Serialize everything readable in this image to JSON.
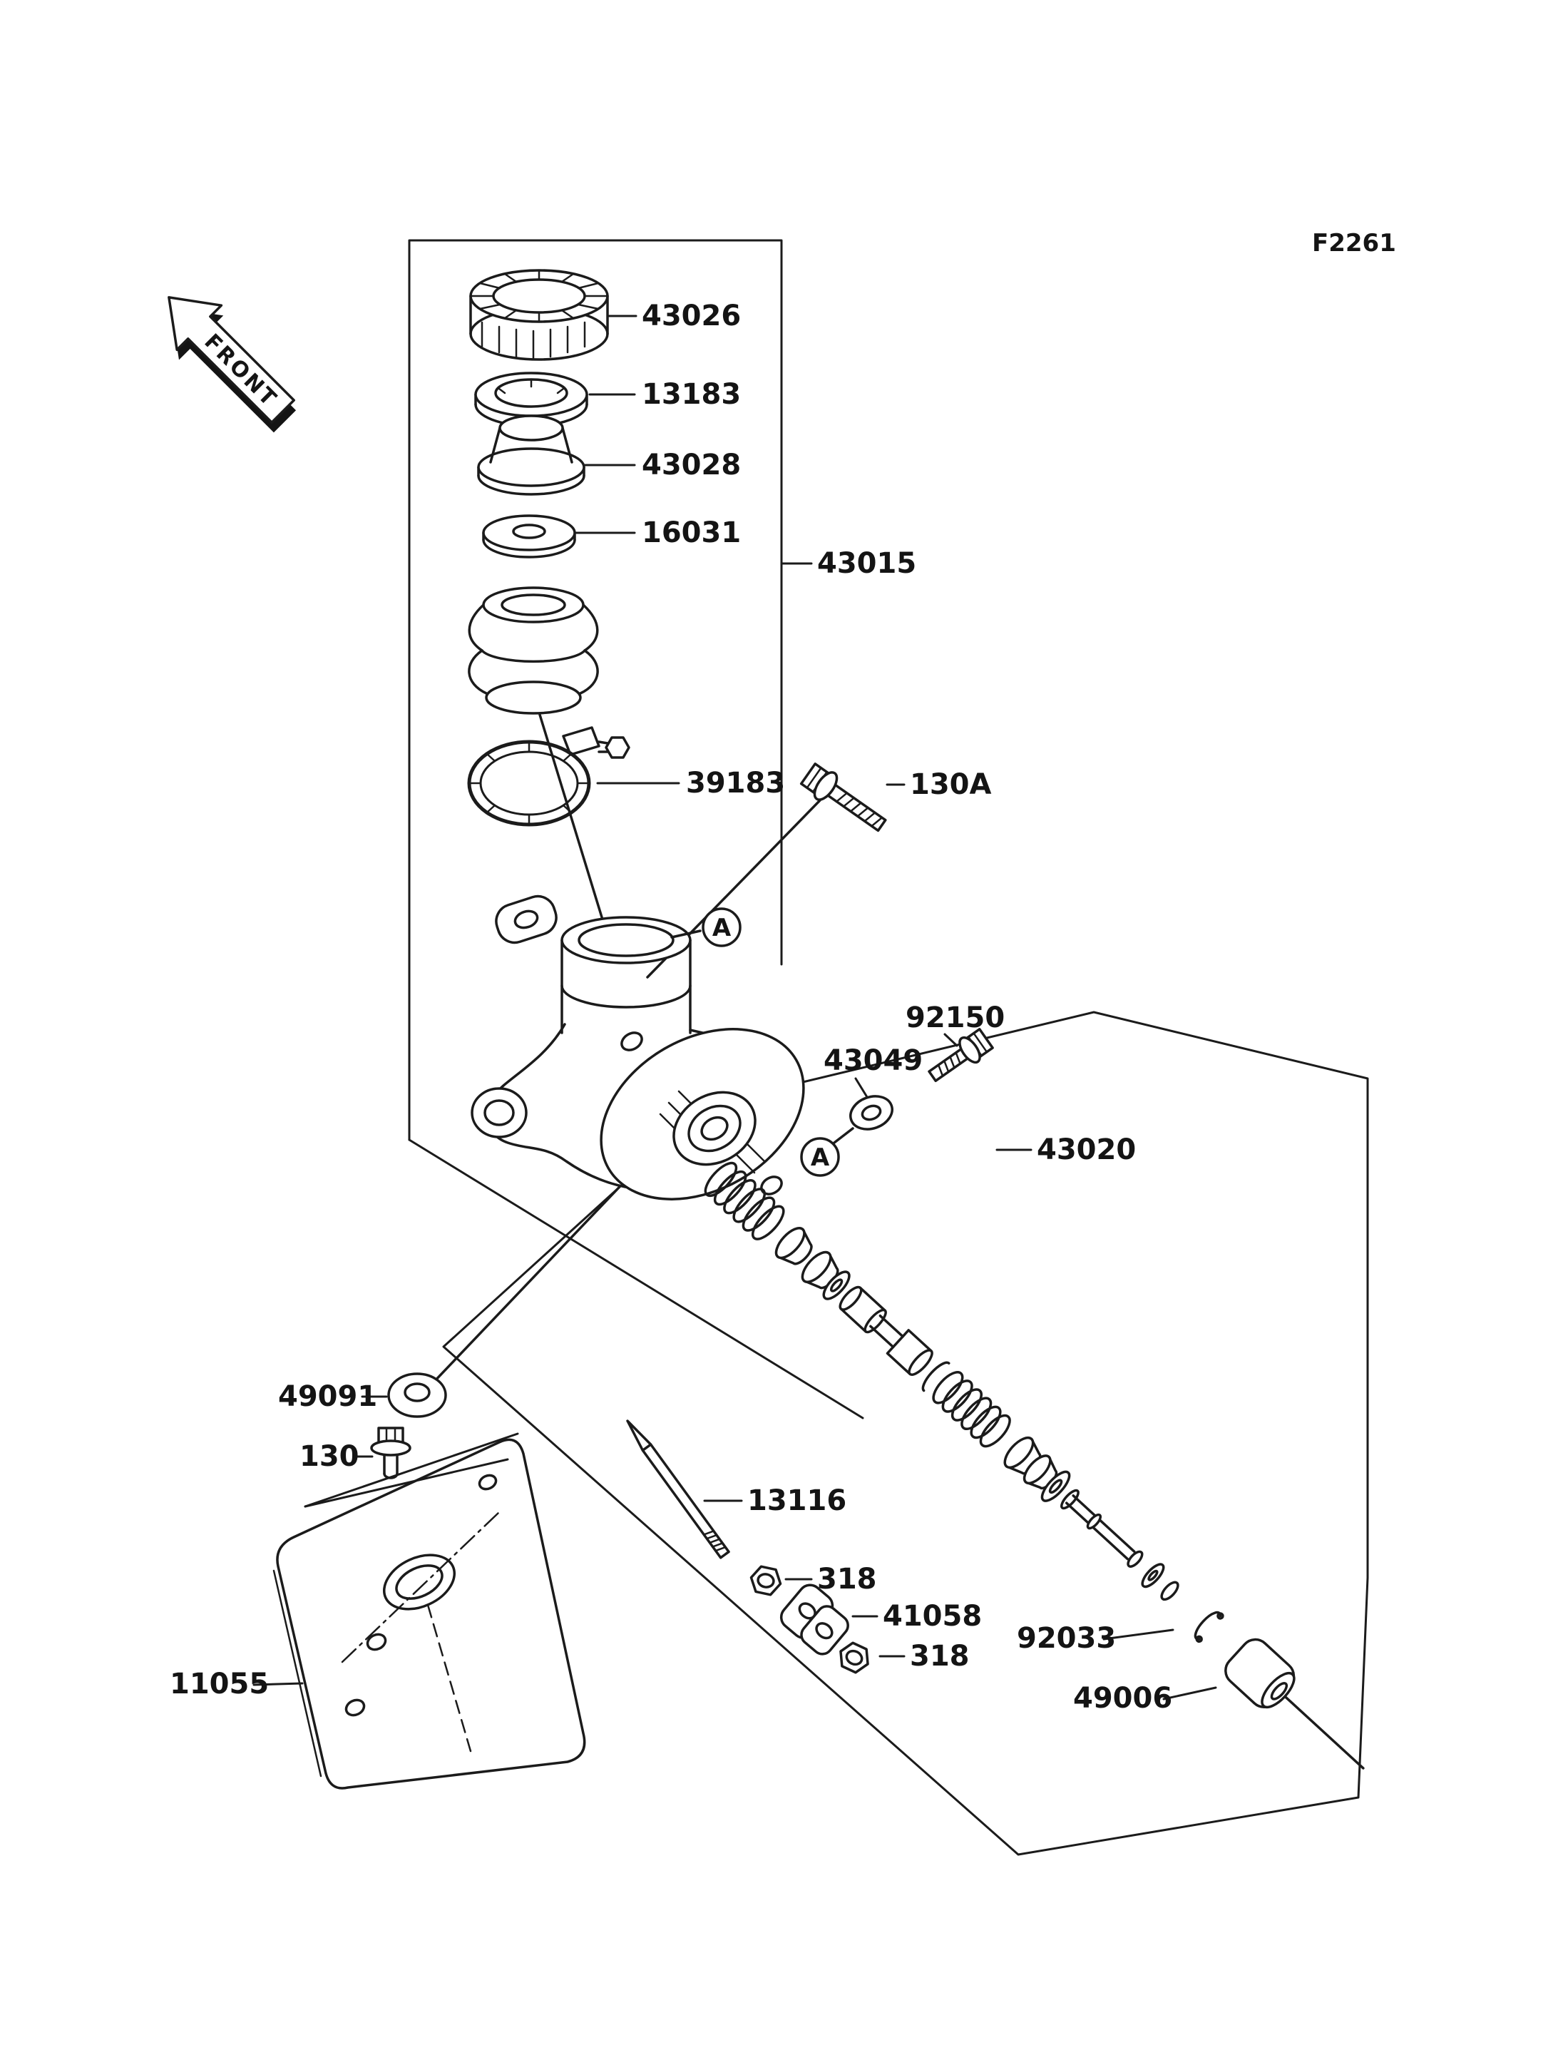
{
  "figure": {
    "code": "F2261",
    "front_label": "FRONT",
    "detail_marker": "A",
    "parts": {
      "p43026": "43026",
      "p13183": "13183",
      "p43028": "43028",
      "p16031": "16031",
      "p43015": "43015",
      "p39183": "39183",
      "p130A": "130A",
      "p92150": "92150",
      "p43049": "43049",
      "p43020": "43020",
      "p49091": "49091",
      "p130": "130",
      "p13116": "13116",
      "p318_upper": "318",
      "p41058": "41058",
      "p318_lower": "318",
      "p92033": "92033",
      "p49006": "49006",
      "p11055": "11055"
    }
  }
}
